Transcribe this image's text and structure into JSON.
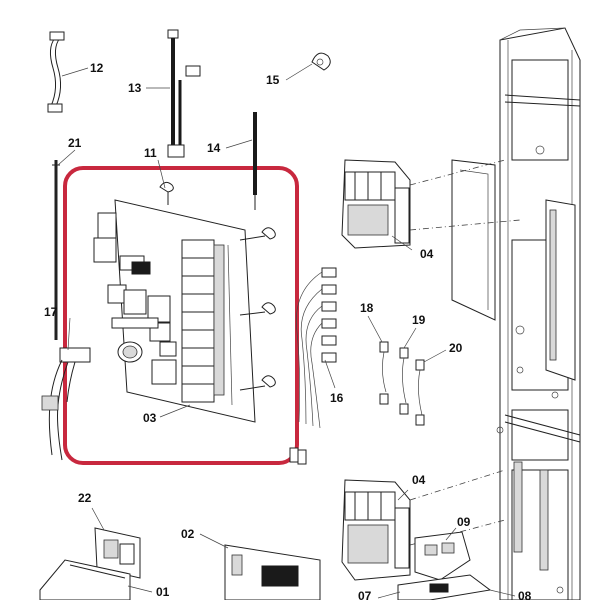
{
  "callouts": {
    "c01": "01",
    "c02": "02",
    "c03": "03",
    "c04a": "04",
    "c04b": "04",
    "c07": "07",
    "c08": "08",
    "c09": "09",
    "c11": "11",
    "c12": "12",
    "c13": "13",
    "c14": "14",
    "c15": "15",
    "c16": "16",
    "c17": "17",
    "c18": "18",
    "c19": "19",
    "c20": "20",
    "c21": "21",
    "c22": "22"
  },
  "colors": {
    "highlight_frame": "#c8283e",
    "line": "#222222",
    "part_fill": "#ffffff",
    "shade": "#d9d9d9"
  }
}
